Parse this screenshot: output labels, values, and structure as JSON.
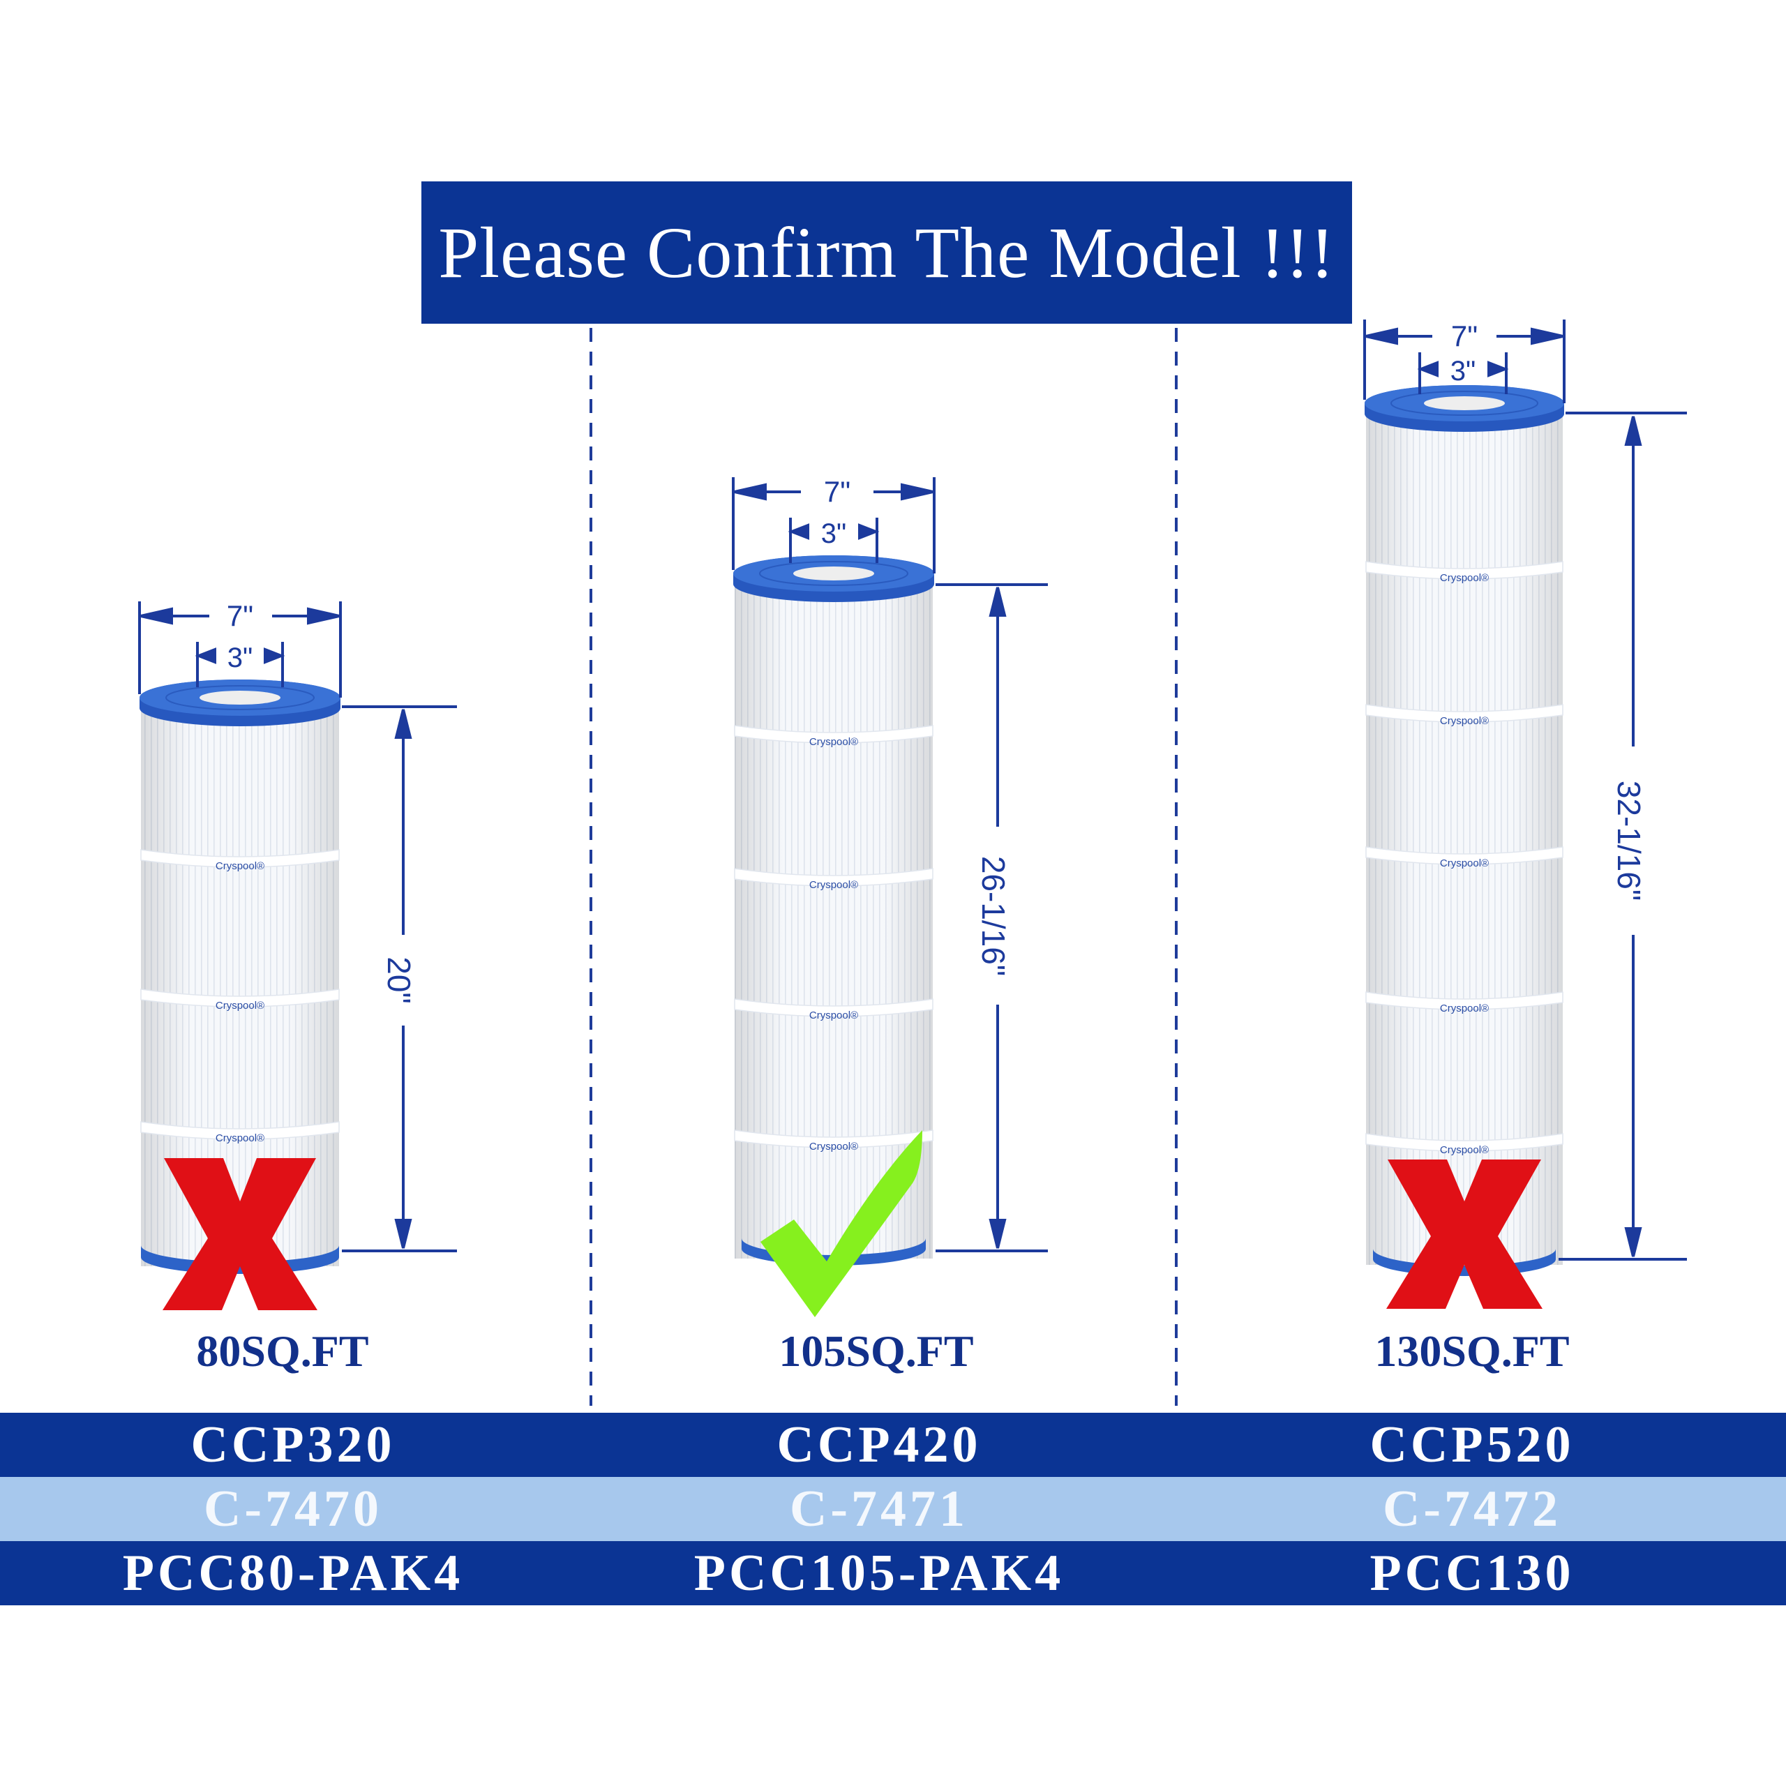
{
  "banner": {
    "title": "Please Confirm The Model !!!"
  },
  "colors": {
    "navy": "#0b3494",
    "light_blue": "#a7c8ed",
    "dimension_blue": "#1c3a9c",
    "reject_red": "#e01016",
    "accept_green": "#86f01e"
  },
  "filters": [
    {
      "sqft": "80SQ.FT",
      "outer_dia": "7\"",
      "inner_dia": "3\"",
      "height": "20\"",
      "brand_label": "Cryspool®",
      "status": "reject",
      "status_icon": "red-x-icon",
      "model_primary": "CCP320",
      "model_secondary": "C-7470",
      "model_tertiary": "PCC80-PAK4"
    },
    {
      "sqft": "105SQ.FT",
      "outer_dia": "7\"",
      "inner_dia": "3\"",
      "height": "26-1/16\"",
      "brand_label": "Cryspool®",
      "status": "accept",
      "status_icon": "green-checkmark-icon",
      "model_primary": "CCP420",
      "model_secondary": "C-7471",
      "model_tertiary": "PCC105-PAK4"
    },
    {
      "sqft": "130SQ.FT",
      "outer_dia": "7\"",
      "inner_dia": "3\"",
      "height": "32-1/16\"",
      "brand_label": "Cryspool®",
      "status": "reject",
      "status_icon": "red-x-icon",
      "model_primary": "CCP520",
      "model_secondary": "C-7472",
      "model_tertiary": "PCC130"
    }
  ]
}
